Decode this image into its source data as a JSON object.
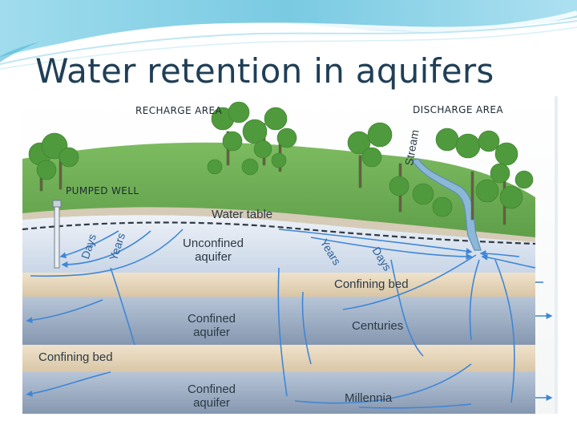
{
  "slide": {
    "title": "Water retention in aquifers"
  },
  "diagram": {
    "labels": {
      "recharge_area": "RECHARGE AREA",
      "discharge_area": "DISCHARGE AREA",
      "pumped_well": "PUMPED WELL",
      "stream": "Stream",
      "water_table": "Water table",
      "unconfined_aquifer_line1": "Unconfined",
      "unconfined_aquifer_line2": "aquifer",
      "confining_bed_upper": "Confining bed",
      "confined_aquifer_upper_line1": "Confined",
      "confined_aquifer_upper_line2": "aquifer",
      "centuries": "Centuries",
      "confining_bed_lower": "Confining bed",
      "confined_aquifer_lower_line1": "Confined",
      "confined_aquifer_lower_line2": "aquifer",
      "millennia": "Millennia",
      "days_left": "Days",
      "years_left": "Years",
      "years_right": "Years",
      "days_right": "Days"
    },
    "colors": {
      "sky_wave": "#7fcfe6",
      "land_green": "#6fae55",
      "unconfined_aquifer": "#dbe4f0",
      "confining_bed": "#e6d7bf",
      "confined_aquifer": "#9fb1c8",
      "flow_arrows": "#3f86d6"
    }
  }
}
